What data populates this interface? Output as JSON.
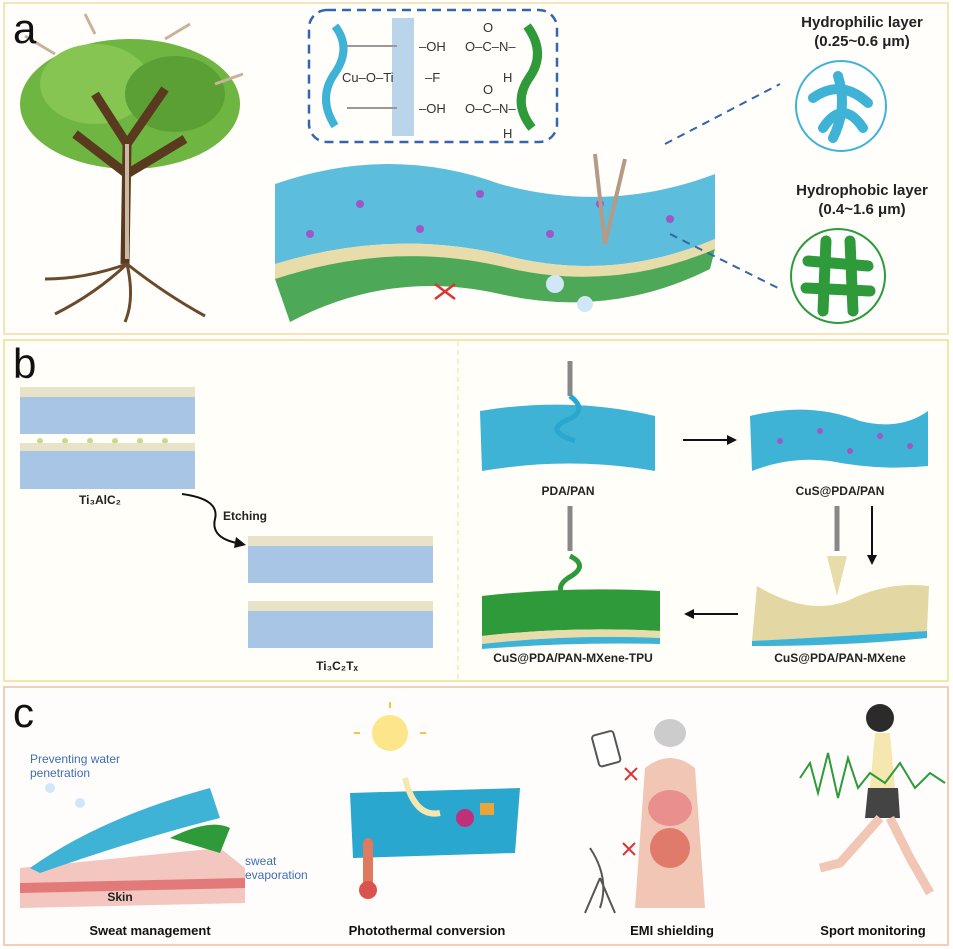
{
  "panels": {
    "a": {
      "letter": "a",
      "chemistry": {
        "cu_o_ti": "Cu–O–Ti",
        "oh1": "–OH",
        "oh2": "–OH",
        "f": "–F",
        "carbamate1": "O–C–N–",
        "carbamate2": "O–C–N–",
        "o1": "O",
        "o2": "O",
        "h1": "H",
        "h2": "H"
      },
      "hydrophilic": {
        "title": "Hydrophilic layer",
        "range": "(0.25~0.6 μm)"
      },
      "hydrophobic": {
        "title": "Hydrophobic layer",
        "range": "(0.4~1.6 μm)"
      }
    },
    "b": {
      "letter": "b",
      "ti3alc2": "Ti₃AlC₂",
      "etching": "Etching",
      "ti3c2tx": "Ti₃C₂Tₓ",
      "steps": [
        "PDA/PAN",
        "CuS@PDA/PAN",
        "CuS@PDA/PAN-MXene",
        "CuS@PDA/PAN-MXene-TPU"
      ]
    },
    "c": {
      "letter": "c",
      "preventing": "Preventing water penetration",
      "sweat_evap": "sweat evaporation",
      "skin": "Skin",
      "applications": [
        "Sweat management",
        "Photothermal conversion",
        "EMI shielding",
        "Sport monitoring"
      ]
    }
  },
  "colors": {
    "hydrophilic": "#3fb3d6",
    "hydrophobic": "#2e9a3a",
    "mxene": "#e8dcaa",
    "cus": "#9b59c6"
  }
}
